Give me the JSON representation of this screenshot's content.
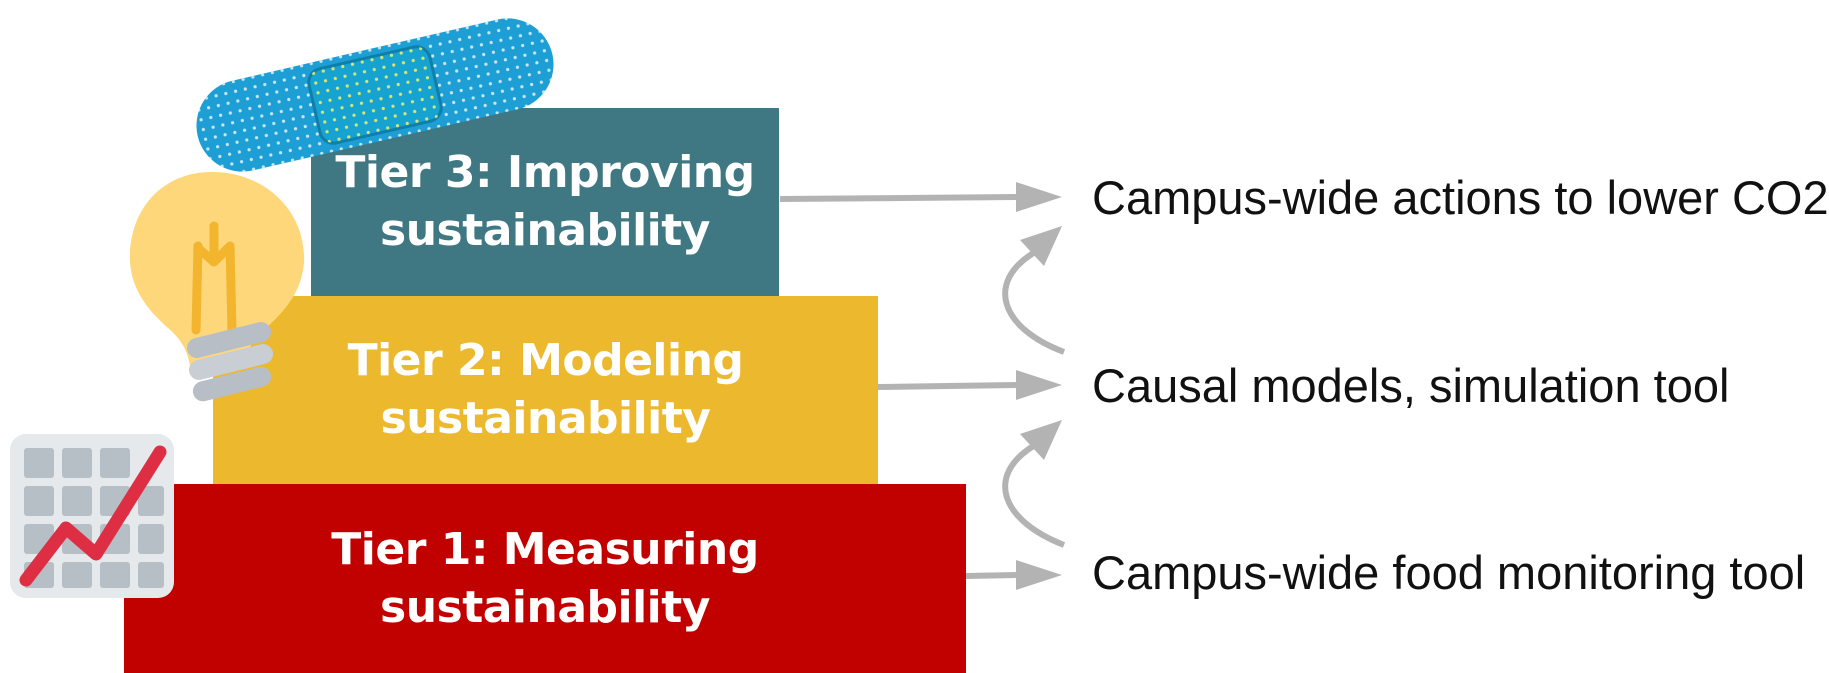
{
  "tiers": [
    {
      "id": "tier3",
      "line1": "Tier 3: Improving",
      "line2": "sustainability",
      "color": "#3f7783",
      "icon": "bandage-icon"
    },
    {
      "id": "tier2",
      "line1": "Tier 2: Modeling",
      "line2": "sustainability",
      "color": "#ecb92e",
      "icon": "lightbulb-icon"
    },
    {
      "id": "tier1",
      "line1": "Tier 1: Measuring",
      "line2": "sustainability",
      "color": "#c10000",
      "icon": "chart-increasing-icon"
    }
  ],
  "outputs": {
    "tier3": "Campus-wide actions to lower CO2",
    "tier2": "Causal models, simulation tool",
    "tier1": "Campus-wide food monitoring tool"
  },
  "arrow_color": "#b3b3b3"
}
